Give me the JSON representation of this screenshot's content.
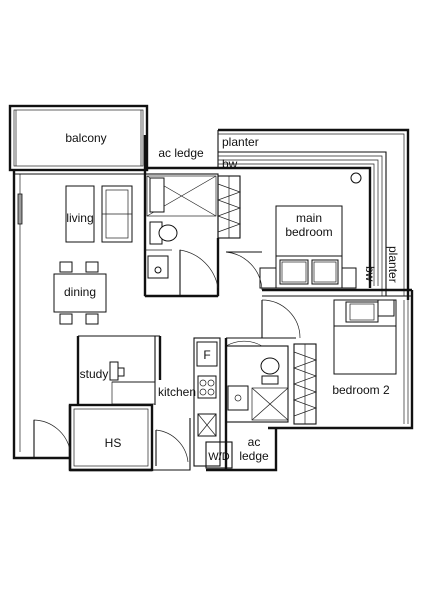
{
  "rooms": {
    "balcony": "balcony",
    "ac_ledge_top": "ac ledge",
    "planter_top": "planter",
    "bw_top": "bw",
    "living": "living",
    "main_bedroom_line1": "main",
    "main_bedroom_line2": "bedroom",
    "planter_right": "planter",
    "bw_right": "bw",
    "dining": "dining",
    "fridge": "F",
    "study": "study",
    "kitchen": "kitchen",
    "bedroom2": "bedroom 2",
    "hs": "HS",
    "wd": "W/D",
    "ac_ledge_bottom_line1": "ac",
    "ac_ledge_bottom_line2": "ledge"
  }
}
